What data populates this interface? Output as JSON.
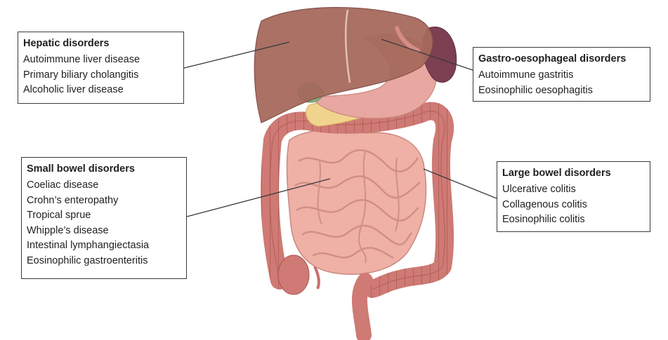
{
  "colors": {
    "liver": "#a5695c",
    "stomach": "#e8a7a0",
    "spleen": "#7d3f52",
    "gallbladder": "#7fb380",
    "pancreas": "#f0d38c",
    "colon": "#cf7a74",
    "small_bowel": "#efb0a6",
    "outline": "#3a3a3a"
  },
  "boxes": [
    {
      "id": "hepatic",
      "title": "Hepatic disorders",
      "items": [
        "Autoimmune liver disease",
        "Primary biliary cholangitis",
        "Alcoholic liver disease"
      ]
    },
    {
      "id": "gastro",
      "title": "Gastro-oesophageal disorders",
      "items": [
        "Autoimmune gastritis",
        "Eosinophilic oesophagitis"
      ]
    },
    {
      "id": "small",
      "title": "Small bowel disorders",
      "items": [
        "Coeliac disease",
        "Crohn’s enteropathy",
        "Tropical sprue",
        "Whipple’s disease",
        "Intestinal lymphangiectasia",
        "Eosinophilic gastroenteritis"
      ]
    },
    {
      "id": "large",
      "title": "Large bowel disorders",
      "items": [
        "Ulcerative colitis",
        "Collagenous colitis",
        "Eosinophilic colitis"
      ]
    }
  ]
}
